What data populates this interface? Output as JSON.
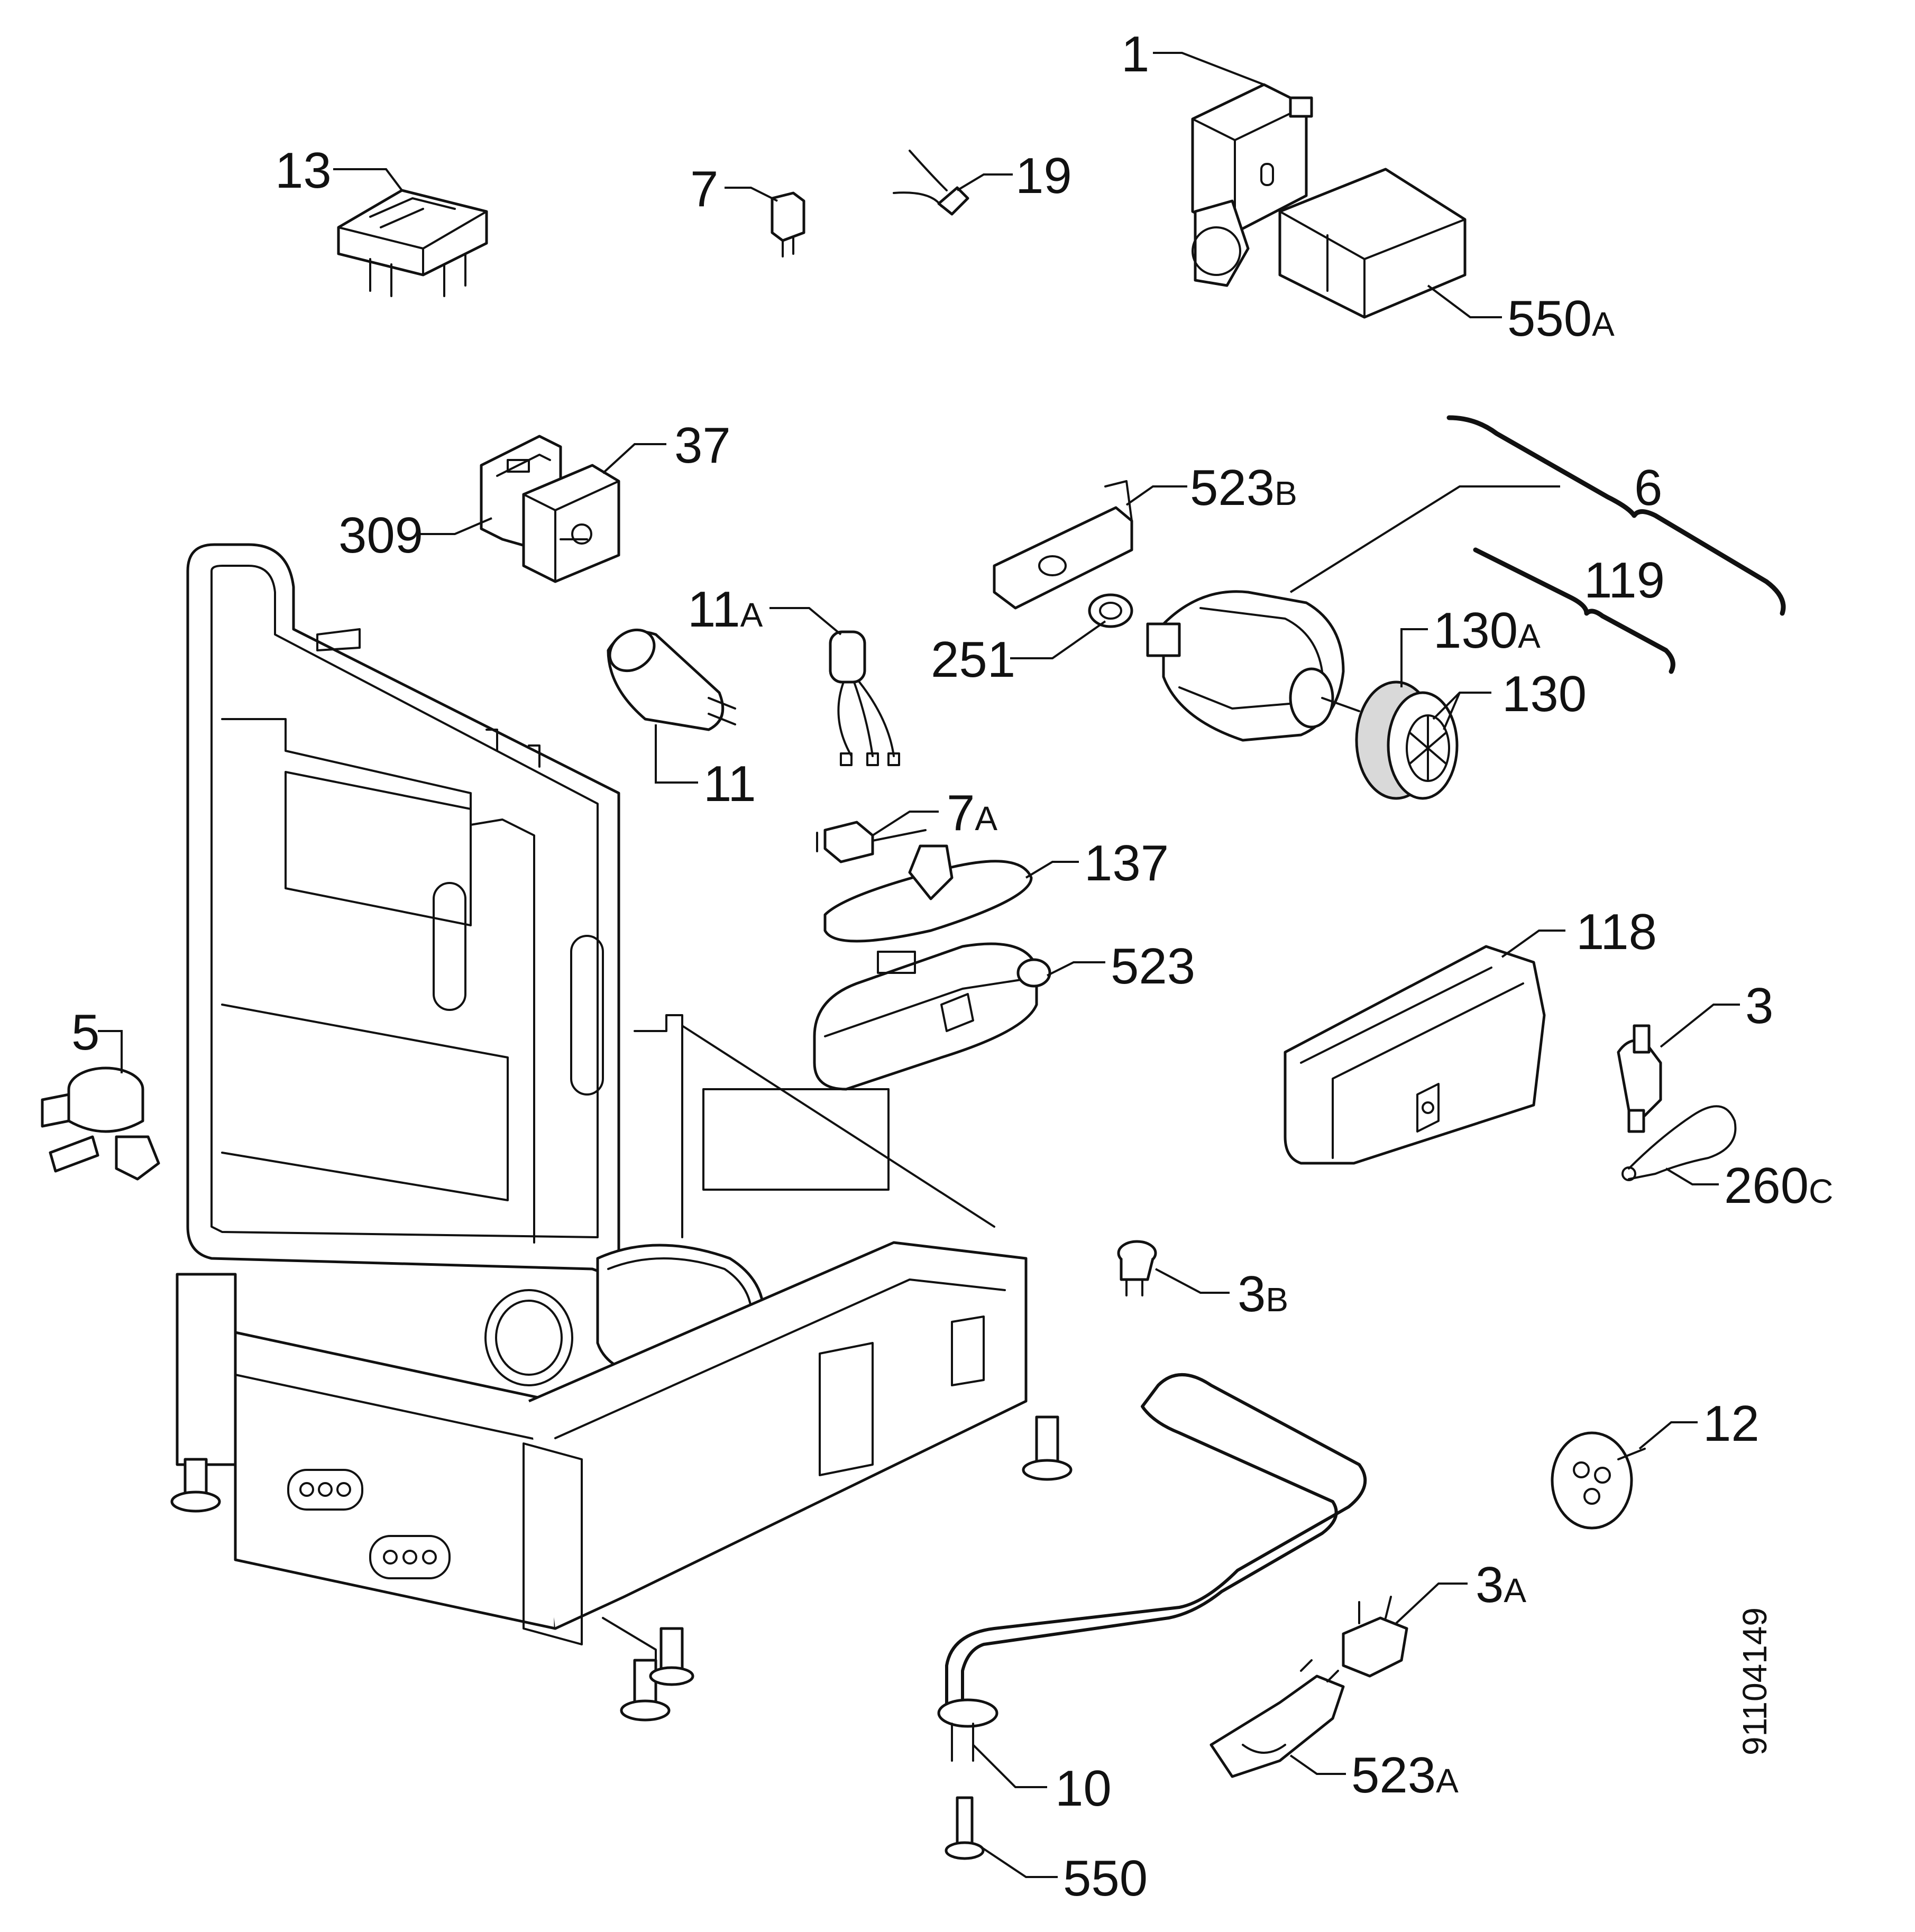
{
  "diagram": {
    "doc_number": "91104149",
    "callouts": [
      {
        "id": "c1",
        "number": "1",
        "suffix": ""
      },
      {
        "id": "c13",
        "number": "13",
        "suffix": ""
      },
      {
        "id": "c7",
        "number": "7",
        "suffix": ""
      },
      {
        "id": "c19",
        "number": "19",
        "suffix": ""
      },
      {
        "id": "c550a",
        "number": "550",
        "suffix": "A"
      },
      {
        "id": "c37",
        "number": "37",
        "suffix": ""
      },
      {
        "id": "c309",
        "number": "309",
        "suffix": ""
      },
      {
        "id": "c523b",
        "number": "523",
        "suffix": "B"
      },
      {
        "id": "c6",
        "number": "6",
        "suffix": ""
      },
      {
        "id": "c119",
        "number": "119",
        "suffix": ""
      },
      {
        "id": "c11a",
        "number": "11",
        "suffix": "A"
      },
      {
        "id": "c251",
        "number": "251",
        "suffix": ""
      },
      {
        "id": "c130a",
        "number": "130",
        "suffix": "A"
      },
      {
        "id": "c130",
        "number": "130",
        "suffix": ""
      },
      {
        "id": "c11",
        "number": "11",
        "suffix": ""
      },
      {
        "id": "c7a",
        "number": "7",
        "suffix": "A"
      },
      {
        "id": "c137",
        "number": "137",
        "suffix": ""
      },
      {
        "id": "c118",
        "number": "118",
        "suffix": ""
      },
      {
        "id": "c523",
        "number": "523",
        "suffix": ""
      },
      {
        "id": "c5",
        "number": "5",
        "suffix": ""
      },
      {
        "id": "c3",
        "number": "3",
        "suffix": ""
      },
      {
        "id": "c260c",
        "number": "260",
        "suffix": "C"
      },
      {
        "id": "c3b",
        "number": "3",
        "suffix": "B"
      },
      {
        "id": "c12",
        "number": "12",
        "suffix": ""
      },
      {
        "id": "c3a",
        "number": "3",
        "suffix": "A"
      },
      {
        "id": "c10",
        "number": "10",
        "suffix": ""
      },
      {
        "id": "c523a",
        "number": "523",
        "suffix": "A"
      },
      {
        "id": "c550",
        "number": "550",
        "suffix": ""
      }
    ]
  }
}
